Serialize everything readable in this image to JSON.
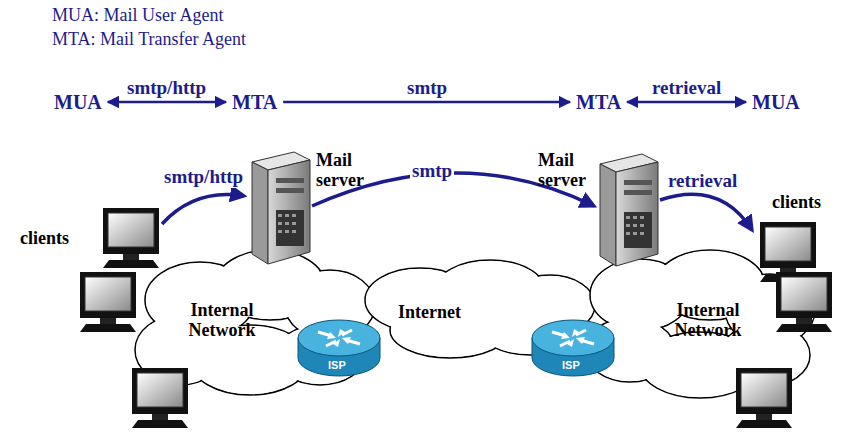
{
  "diagram": {
    "nodes": [
      {
        "text": [
          "MUA"
        ]
      },
      {
        "text": [
          "MTA"
        ]
      },
      {
        "text": [
          "MTA"
        ]
      },
      {
        "text": [
          "MUA"
        ]
      }
    ],
    "edges": [
      {
        "from": 0,
        "to": 1,
        "label": "smtp/http",
        "arrow": "both"
      },
      {
        "from": 1,
        "to": 2,
        "label": "smtp",
        "arrow": "to"
      },
      {
        "from": 2,
        "to": 3,
        "label": "retrieval",
        "arrow": "both"
      }
    ],
    "labels": [
      "MUA: Mail User Agent",
      "MTA: Mail Transfer Agent",
      "clients",
      "Mail server",
      "smtp/http",
      "smtp",
      "Mail server",
      "retrieval",
      "clients",
      "Internal Network",
      "Internet",
      "Internal Network",
      "ISP",
      "ISP"
    ]
  }
}
